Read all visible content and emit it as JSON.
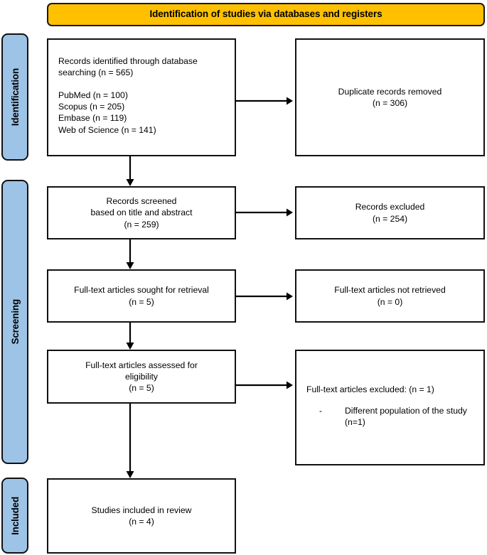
{
  "header": {
    "title": "Identification of studies via databases and registers"
  },
  "colors": {
    "accent_orange": "#FFC000",
    "stage_blue": "#9DC3E6",
    "border_black": "#111111",
    "box_white": "#FFFFFF"
  },
  "stages": [
    {
      "id": "identification",
      "label": "Identification"
    },
    {
      "id": "screening",
      "label": "Screening"
    },
    {
      "id": "included",
      "label": "Included"
    }
  ],
  "boxes": {
    "identified": {
      "text": "Records identified through database\nsearching (n = 565)\n\nPubMed (n = 100)\nScopus (n = 205)\nEmbase (n = 119)\nWeb of Science (n = 141)"
    },
    "duplicates": {
      "text": "Duplicate records removed\n(n = 306)"
    },
    "screened": {
      "text": "Records screened\nbased on title and abstract\n(n = 259)"
    },
    "excluded": {
      "text": "Records excluded\n(n = 254)"
    },
    "sought": {
      "text": "Full-text articles sought for retrieval\n(n = 5)"
    },
    "not_retrieved": {
      "text": "Full-text articles not retrieved\n(n = 0)"
    },
    "assessed": {
      "text": "Full-text articles assessed for\neligibility\n(n = 5)"
    },
    "fulltext_excluded": {
      "heading": "Full-text articles excluded: (n = 1)",
      "items": [
        {
          "marker": "-",
          "text": "Different population of the\nstudy (n=1)"
        }
      ]
    },
    "included_review": {
      "text": "Studies included in review\n(n = 4)"
    }
  },
  "counts": {
    "records_identified": 565,
    "pubmed": 100,
    "scopus": 205,
    "embase": 119,
    "web_of_science": 141,
    "duplicates_removed": 306,
    "records_screened": 259,
    "records_excluded": 254,
    "fulltext_sought": 5,
    "fulltext_not_retrieved": 0,
    "fulltext_assessed": 5,
    "fulltext_excluded": 1,
    "different_population": 1,
    "studies_included": 4
  }
}
